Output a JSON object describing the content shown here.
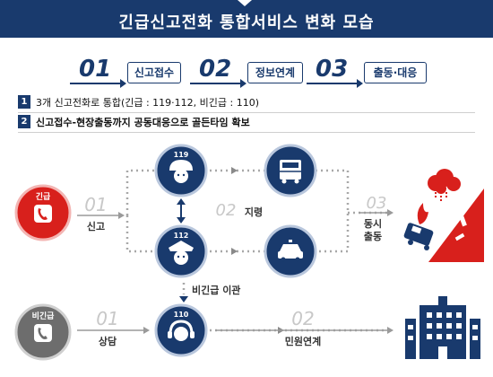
{
  "header": {
    "title": "긴급신고전화 통합서비스 변화 모습"
  },
  "steps": [
    {
      "num": "01",
      "label": "신고접수"
    },
    {
      "num": "02",
      "label": "정보연계"
    },
    {
      "num": "03",
      "label": "출동·대응"
    }
  ],
  "bullets": [
    {
      "num": "1",
      "text": "3개 신고전화로 통합(긴급 : 119·112, 비긴급 : 110)"
    },
    {
      "num": "2",
      "text": "신고접수-현장출동까지 공동대응으로 골든타임 확보"
    }
  ],
  "emergency": {
    "badge": "긴급",
    "step1_num": "01",
    "step1_label": "신고",
    "center119": "119",
    "center112": "112",
    "step2_num": "02",
    "step2_label": "지령",
    "step3_num": "03",
    "step3_label_line1": "동시",
    "step3_label_line2": "출동",
    "transfer_label": "비긴급 이관"
  },
  "non_emergency": {
    "badge": "비긴급",
    "step1_num": "01",
    "step1_label": "상담",
    "center110": "110",
    "step2_num": "02",
    "step2_label": "민원연계"
  },
  "icons": [
    "phone-icon",
    "firefighter-icon",
    "fire-truck-icon",
    "police-officer-icon",
    "police-car-icon",
    "headset-agent-icon",
    "fire-accident-icon",
    "government-building-icon"
  ],
  "colors": {
    "navy": "#193a6d",
    "red": "#d8201c",
    "gray": "#9a9a9a",
    "light_gray": "#c8c8c8"
  }
}
